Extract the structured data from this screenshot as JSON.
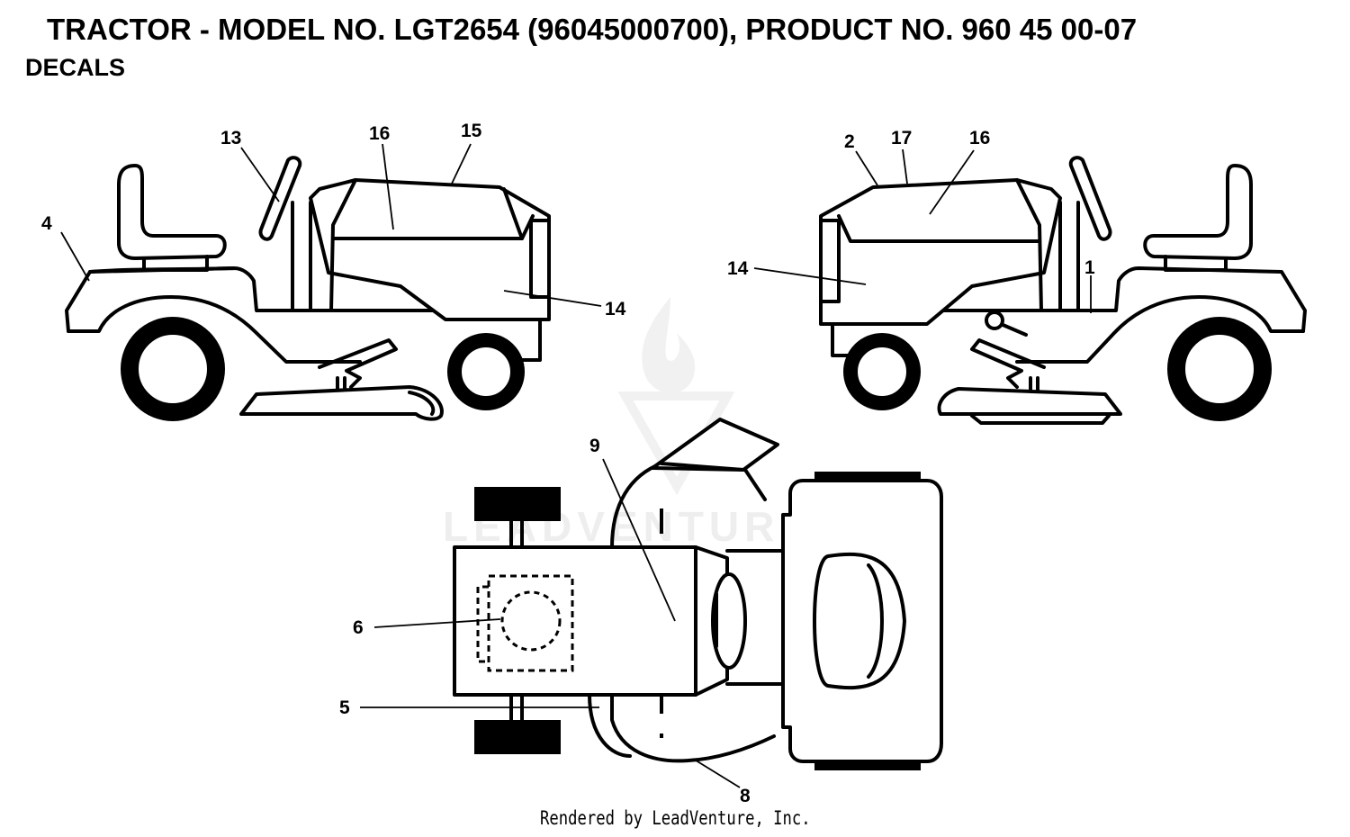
{
  "header": {
    "title": "TRACTOR - MODEL NO. LGT2654 (96045000700), PRODUCT NO. 960 45 00-07",
    "subtitle": "DECALS"
  },
  "watermark": {
    "text": "LEADVENTURE"
  },
  "callouts": {
    "c1": "1",
    "c2": "2",
    "c4": "4",
    "c5": "5",
    "c6": "6",
    "c8": "8",
    "c9": "9",
    "c13": "13",
    "c14_left": "14",
    "c14_right": "14",
    "c15": "15",
    "c16_left": "16",
    "c16_right": "16",
    "c17": "17"
  },
  "footer": {
    "credit": "Rendered by LeadVenture, Inc."
  },
  "colors": {
    "line": "#000000",
    "background": "#ffffff",
    "watermark": "#eeeeee"
  }
}
